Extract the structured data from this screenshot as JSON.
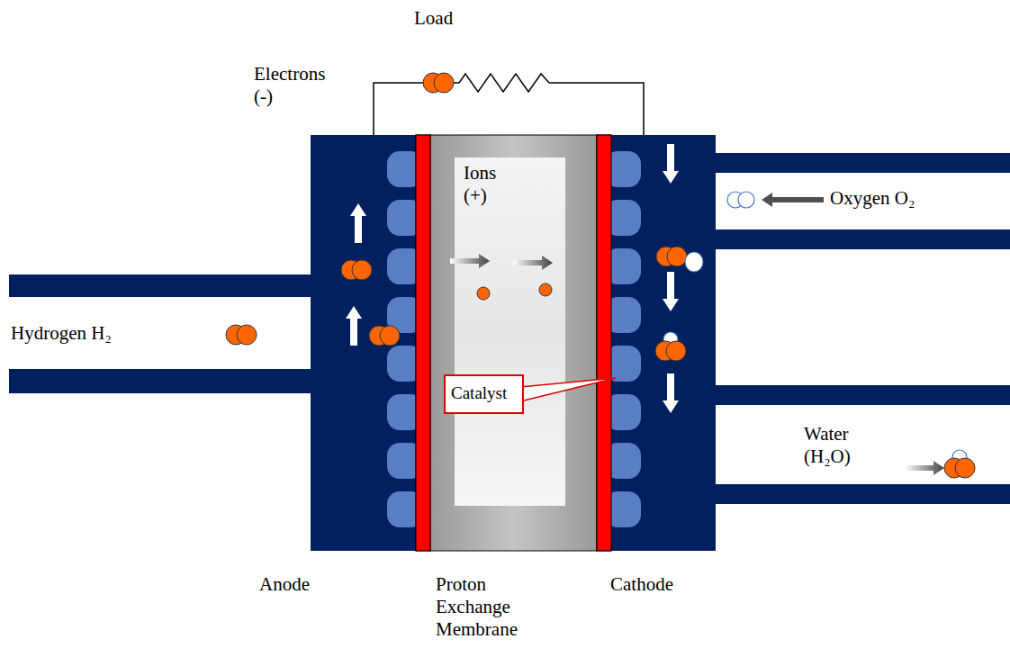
{
  "diagram": {
    "nodes": [
      {
        "text": [
          "Catalyst"
        ]
      }
    ],
    "labels": [
      "Load",
      "Electrons (-)",
      "Ions (+)",
      "Hydrogen H₂",
      "Oxygen O₂",
      "Water (H₂O)",
      "Anode",
      "Proton Exchange Membrane",
      "Cathode"
    ]
  }
}
